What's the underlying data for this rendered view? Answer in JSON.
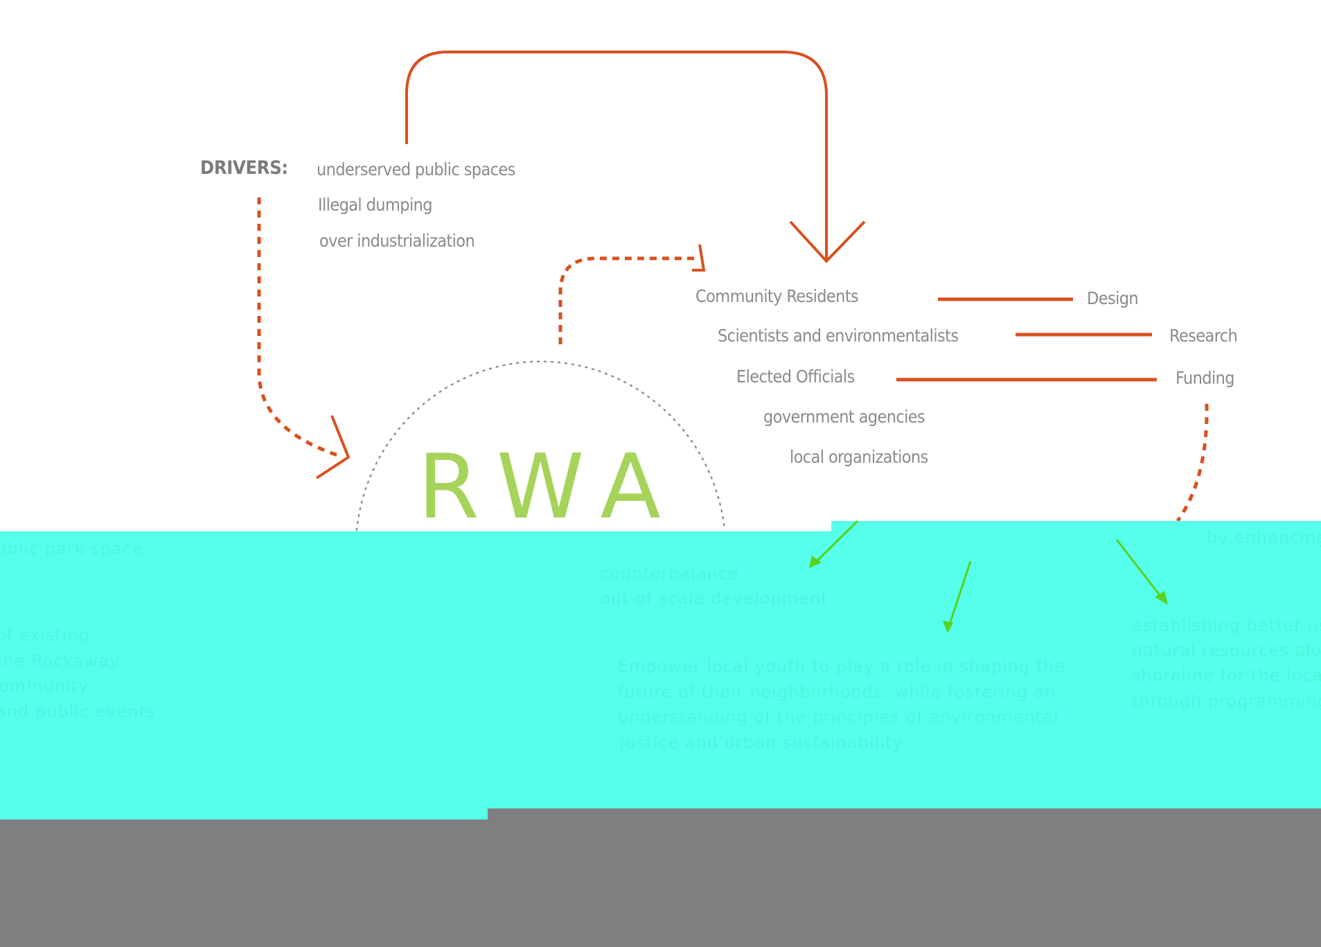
{
  "diagram": {
    "drivers": {
      "label": "DRIVERS:",
      "items": [
        "underserved public spaces",
        "Illegal dumping",
        "over industrialization"
      ]
    },
    "center": {
      "label": "RWA"
    },
    "stakeholders": [
      {
        "name": "Community Residents",
        "role": "Design"
      },
      {
        "name": "Scientists and environmentalists",
        "role": "Research"
      },
      {
        "name": "Elected Officials",
        "role": "Funding"
      },
      {
        "name": "government agencies",
        "role": ""
      },
      {
        "name": "local organizations",
        "role": ""
      }
    ],
    "obscured_text": {
      "left": [
        "public park space",
        "of existing",
        "the Rockaway",
        "community",
        "and public events"
      ],
      "middle_top": [
        "counterbalance",
        "out of scale development"
      ],
      "middle_bottom": [
        "Empower local youth to play a role in shaping the",
        "future of their neighborhoods, while fostering an",
        "understanding of the principles of environmental",
        "justice and urban sustainability"
      ],
      "right_top": [
        "by enhancing"
      ],
      "right_bottom": [
        "establishing better use",
        "natural resources along",
        "shoreline for the local",
        "through programming"
      ]
    },
    "colors": {
      "connector": "#d9501f",
      "center_label": "#a6d35a",
      "outcome_arrow": "#5ad11c",
      "text": "#8a8a8a",
      "overlay_cyan": "#55ffea",
      "overlay_gray": "#7f7f81"
    }
  }
}
